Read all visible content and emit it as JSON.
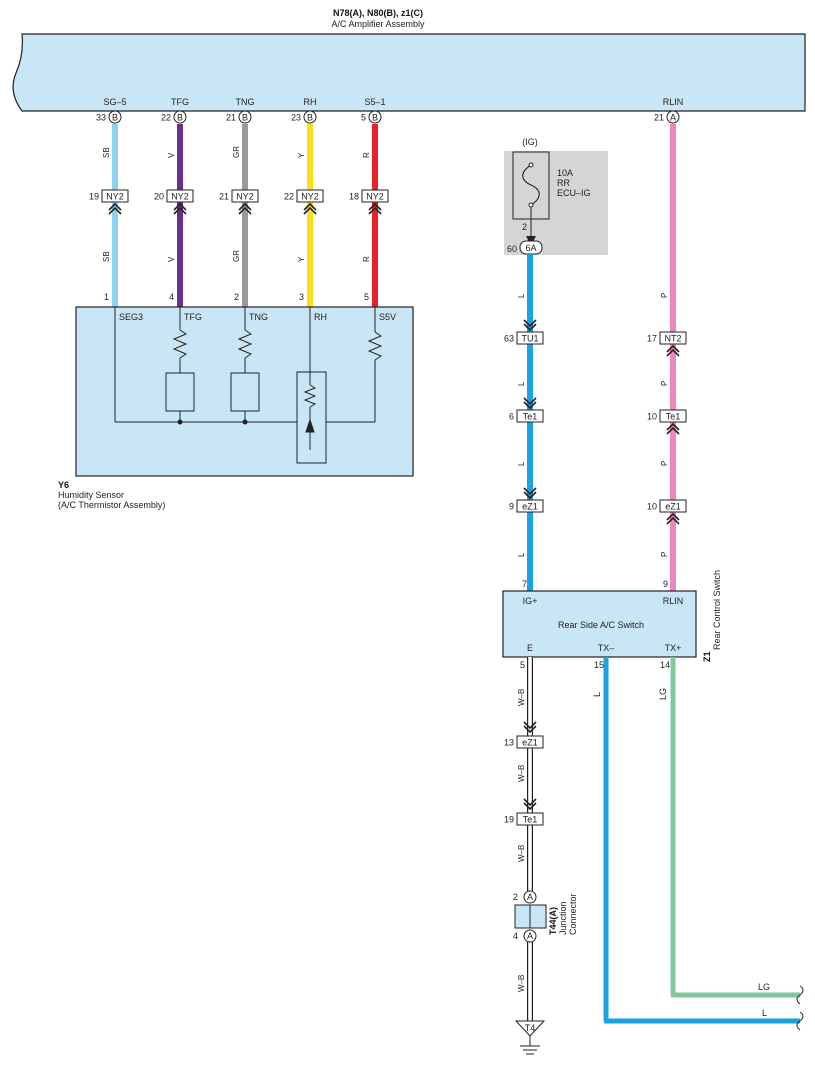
{
  "title_code": "N78(A), N80(B), z1(C)",
  "title_name": "A/C Amplifier Assembly",
  "amp_terminals": [
    {
      "name": "SG–5",
      "pin": "33",
      "conn": "B",
      "wire": "SB",
      "color": "#8fd0ee",
      "ny2": "19",
      "sensor_pin": "1",
      "sensor_label": "SEG3"
    },
    {
      "name": "TFG",
      "pin": "22",
      "conn": "B",
      "wire": "V",
      "color": "#6a2f8e",
      "ny2": "20",
      "sensor_pin": "4",
      "sensor_label": "TFG"
    },
    {
      "name": "TNG",
      "pin": "21",
      "conn": "B",
      "wire": "GR",
      "color": "#9a9a9a",
      "ny2": "21",
      "sensor_pin": "2",
      "sensor_label": "TNG"
    },
    {
      "name": "RH",
      "pin": "23",
      "conn": "B",
      "wire": "Y",
      "color": "#f7e11a",
      "ny2": "22",
      "sensor_pin": "3",
      "sensor_label": "RH"
    },
    {
      "name": "S5–1",
      "pin": "5",
      "conn": "B",
      "wire": "R",
      "color": "#e8212a",
      "ny2": "18",
      "sensor_pin": "5",
      "sensor_label": "S5V"
    }
  ],
  "ny2_label": "NY2",
  "rlin": {
    "name": "RLIN",
    "pin": "21",
    "conn": "A"
  },
  "sensor": {
    "code": "Y6",
    "name": "Humidity Sensor",
    "sub": "(A/C Thermistor Assembly)"
  },
  "fuse": {
    "ig": "(IG)",
    "rating": "10A",
    "name1": "RR",
    "name2": "ECU–IG",
    "pin": "2",
    "conn_pin": "60",
    "conn": "6A"
  },
  "l_chain": [
    {
      "pin": "63",
      "conn": "TU1"
    },
    {
      "pin": "6",
      "conn": "Te1"
    },
    {
      "pin": "9",
      "conn": "eZ1"
    }
  ],
  "p_chain": [
    {
      "pin": "17",
      "conn": "NT2"
    },
    {
      "pin": "10",
      "conn": "Te1"
    },
    {
      "pin": "10",
      "conn": "eZ1"
    }
  ],
  "wire_labels": {
    "l": "L",
    "p": "P",
    "wb": "W–B",
    "lg": "LG"
  },
  "switch": {
    "name": "Rear Side A/C Switch",
    "code": "Z1",
    "desc": "Rear Control Switch",
    "ig": "IG+",
    "rlin": "RLIN",
    "e": "E",
    "txm": "TX–",
    "txp": "TX+",
    "pin_ig": "7",
    "pin_rlin": "9",
    "pin_e": "5",
    "pin_txm": "15",
    "pin_txp": "14"
  },
  "wb_chain": [
    {
      "pin": "13",
      "conn": "eZ1"
    },
    {
      "pin": "19",
      "conn": "Te1"
    }
  ],
  "junction": {
    "code": "T44(A)",
    "name1": "Junction",
    "name2": "Connector",
    "pin_top": "2",
    "pin_bot": "4",
    "conn": "A"
  },
  "ground": "T4",
  "colors": {
    "box": "#c9e6f6",
    "L": "#1aa3e0",
    "P": "#ec86bf",
    "LG": "#7fc99a",
    "WB": "#ffffff",
    "fusebg": "#d4d5d6"
  }
}
